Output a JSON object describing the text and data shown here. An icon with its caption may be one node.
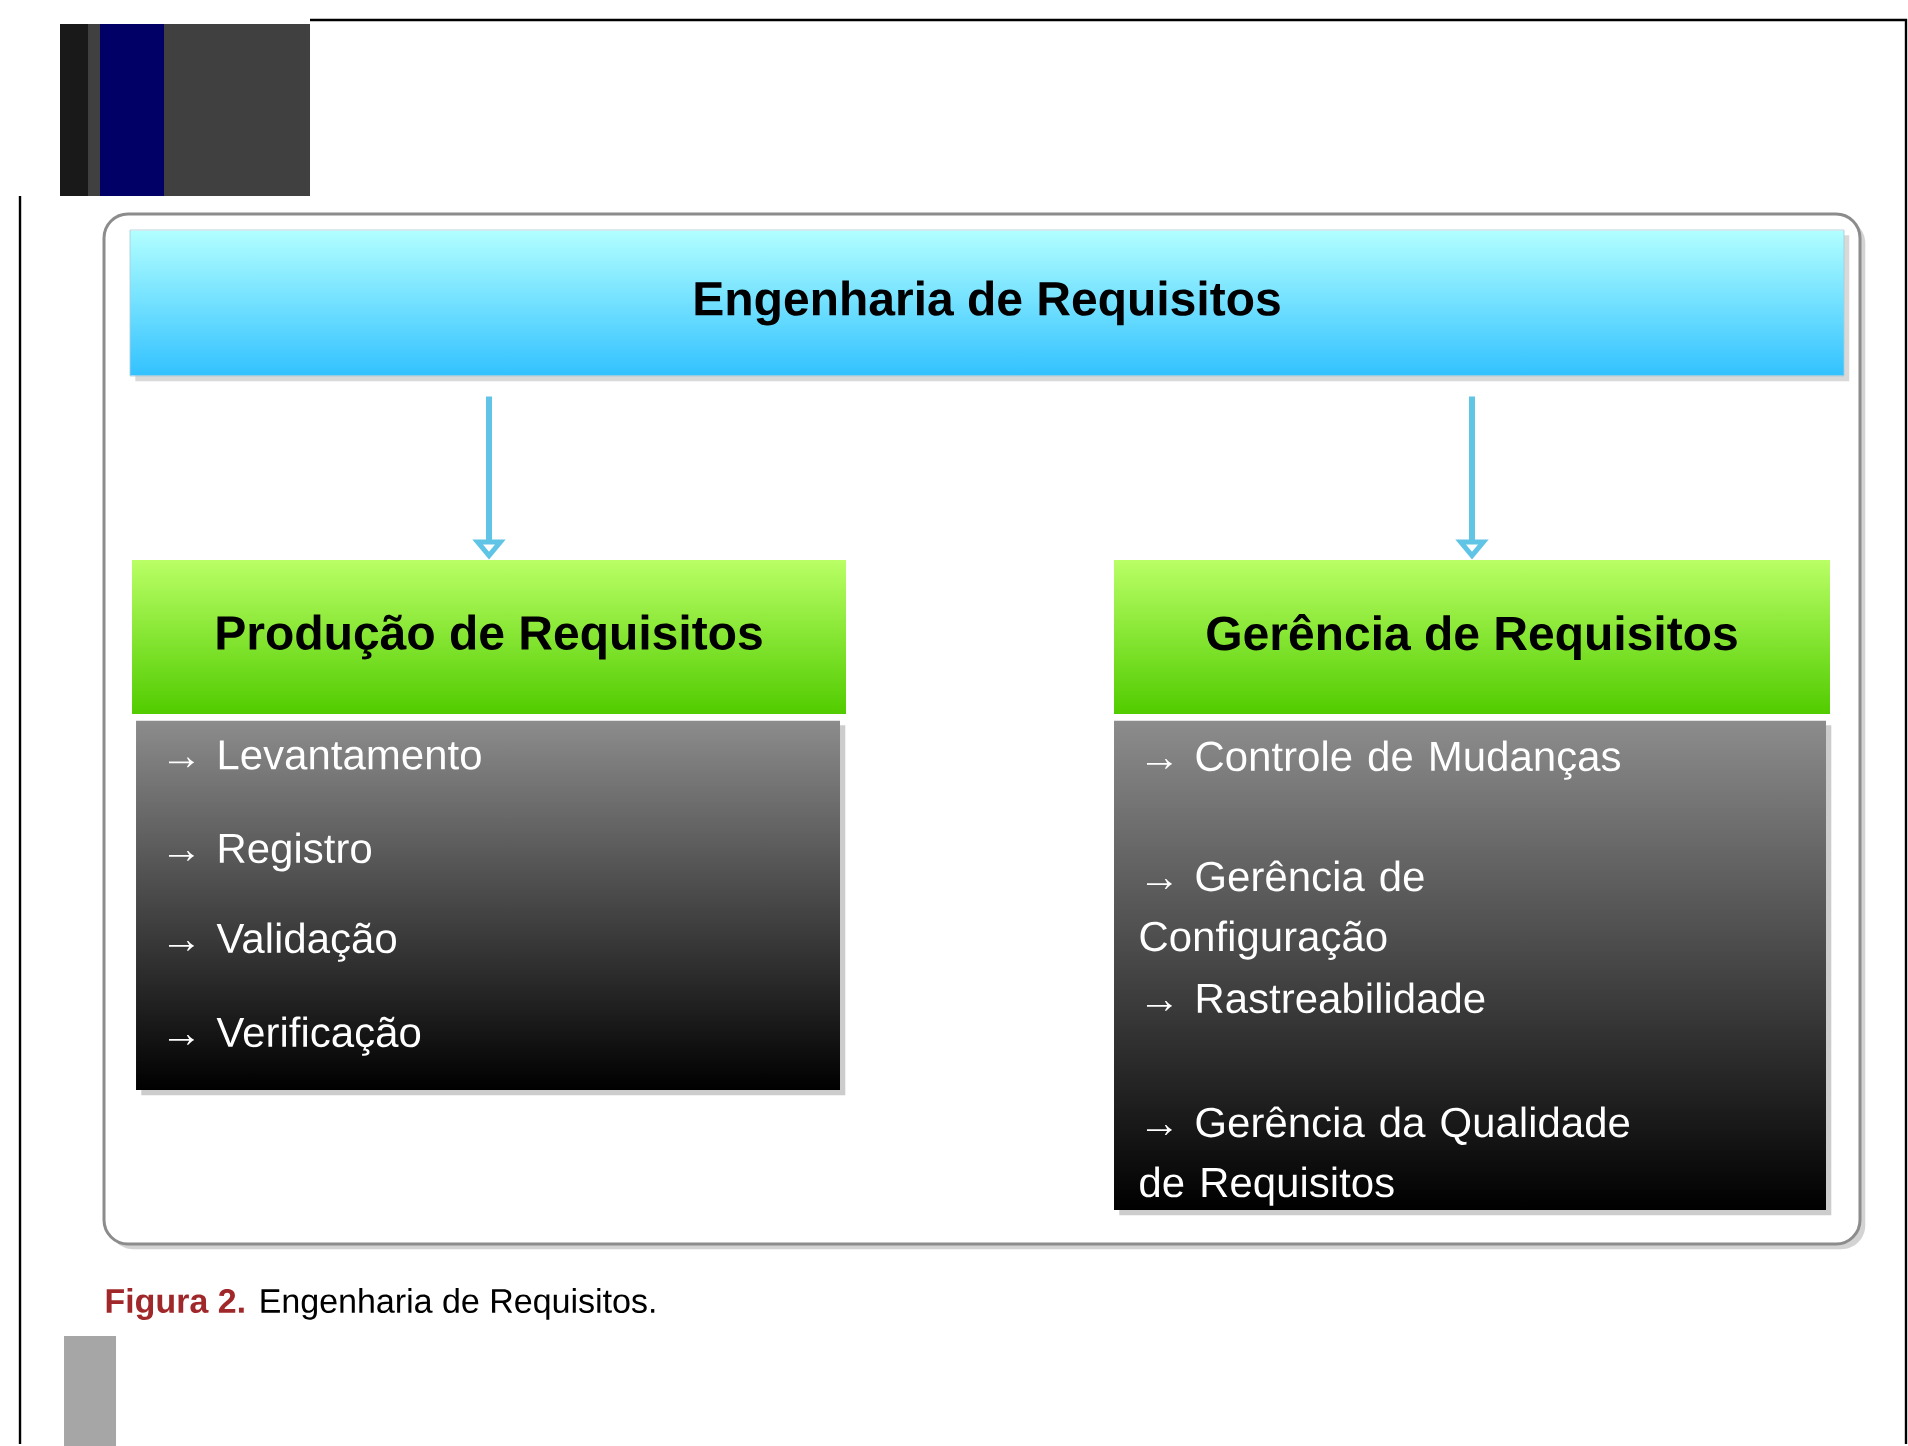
{
  "diagram": {
    "caption": "**Figura 2.** Engenharia de Requisitos.",
    "nodes": [
      {
        "text": [],
        "shape": "box"
      },
      {
        "text": [
          "Engenharia de Requisitos"
        ],
        "in": 0
      },
      {
        "text": [
          "Produção de Requisitos"
        ],
        "in": 0
      },
      {
        "text": [
          "→ Levantamento",
          "→ Registro",
          "→ Validação",
          "→ Verificação"
        ],
        "in": 0
      },
      {
        "text": [
          "Gerência de Requisitos"
        ],
        "in": 0
      },
      {
        "text": [
          "→ Controle de Mudanças",
          "→ Gerência de Configuração",
          "→ Rastreabilidade",
          "→ Gerência da Qualidade de Requisitos"
        ],
        "in": 0
      }
    ],
    "edges": [
      {
        "from": 1,
        "to": 2,
        "arrow": "to"
      },
      {
        "from": 1,
        "to": 4,
        "arrow": "to"
      }
    ]
  }
}
